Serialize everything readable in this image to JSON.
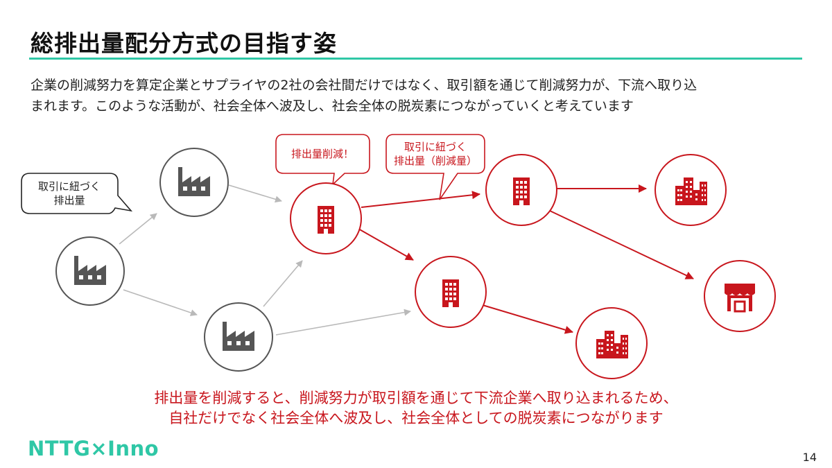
{
  "slide": {
    "title": "総排出量配分方式の目指す姿",
    "intro_line1": "企業の削減努力を算定企業とサプライヤの2社の会社間だけではなく、取引額を通じて削減努力が、下流へ取り込",
    "intro_line2": "まれます。このような活動が、社会全体へ波及し、社会全体の脱炭素につながっていくと考えています",
    "conclusion_line1": "排出量を削減すると、削減努力が取引額を通じて下流企業へ取り込まれるため、",
    "conclusion_line2": "自社だけでなく社会全体へ波及し、社会全体としての脱炭素につながります",
    "logo": "NTTG×Inno",
    "page_number": "14"
  },
  "callouts": {
    "linked_emissions_line1": "取引に紐づく",
    "linked_emissions_line2": "排出量",
    "reduction": "排出量削減！",
    "linked_reduced_line1": "取引に紐づく",
    "linked_reduced_line2": "排出量（削減量）"
  },
  "colors": {
    "accent_teal": "#2fc7a6",
    "red": "#c8161d",
    "gray": "#555555",
    "arrow_gray": "#b9b9b9"
  },
  "icons": {
    "factory": "factory-icon",
    "office": "office-building-icon",
    "city": "city-buildings-icon",
    "store": "store-icon"
  }
}
